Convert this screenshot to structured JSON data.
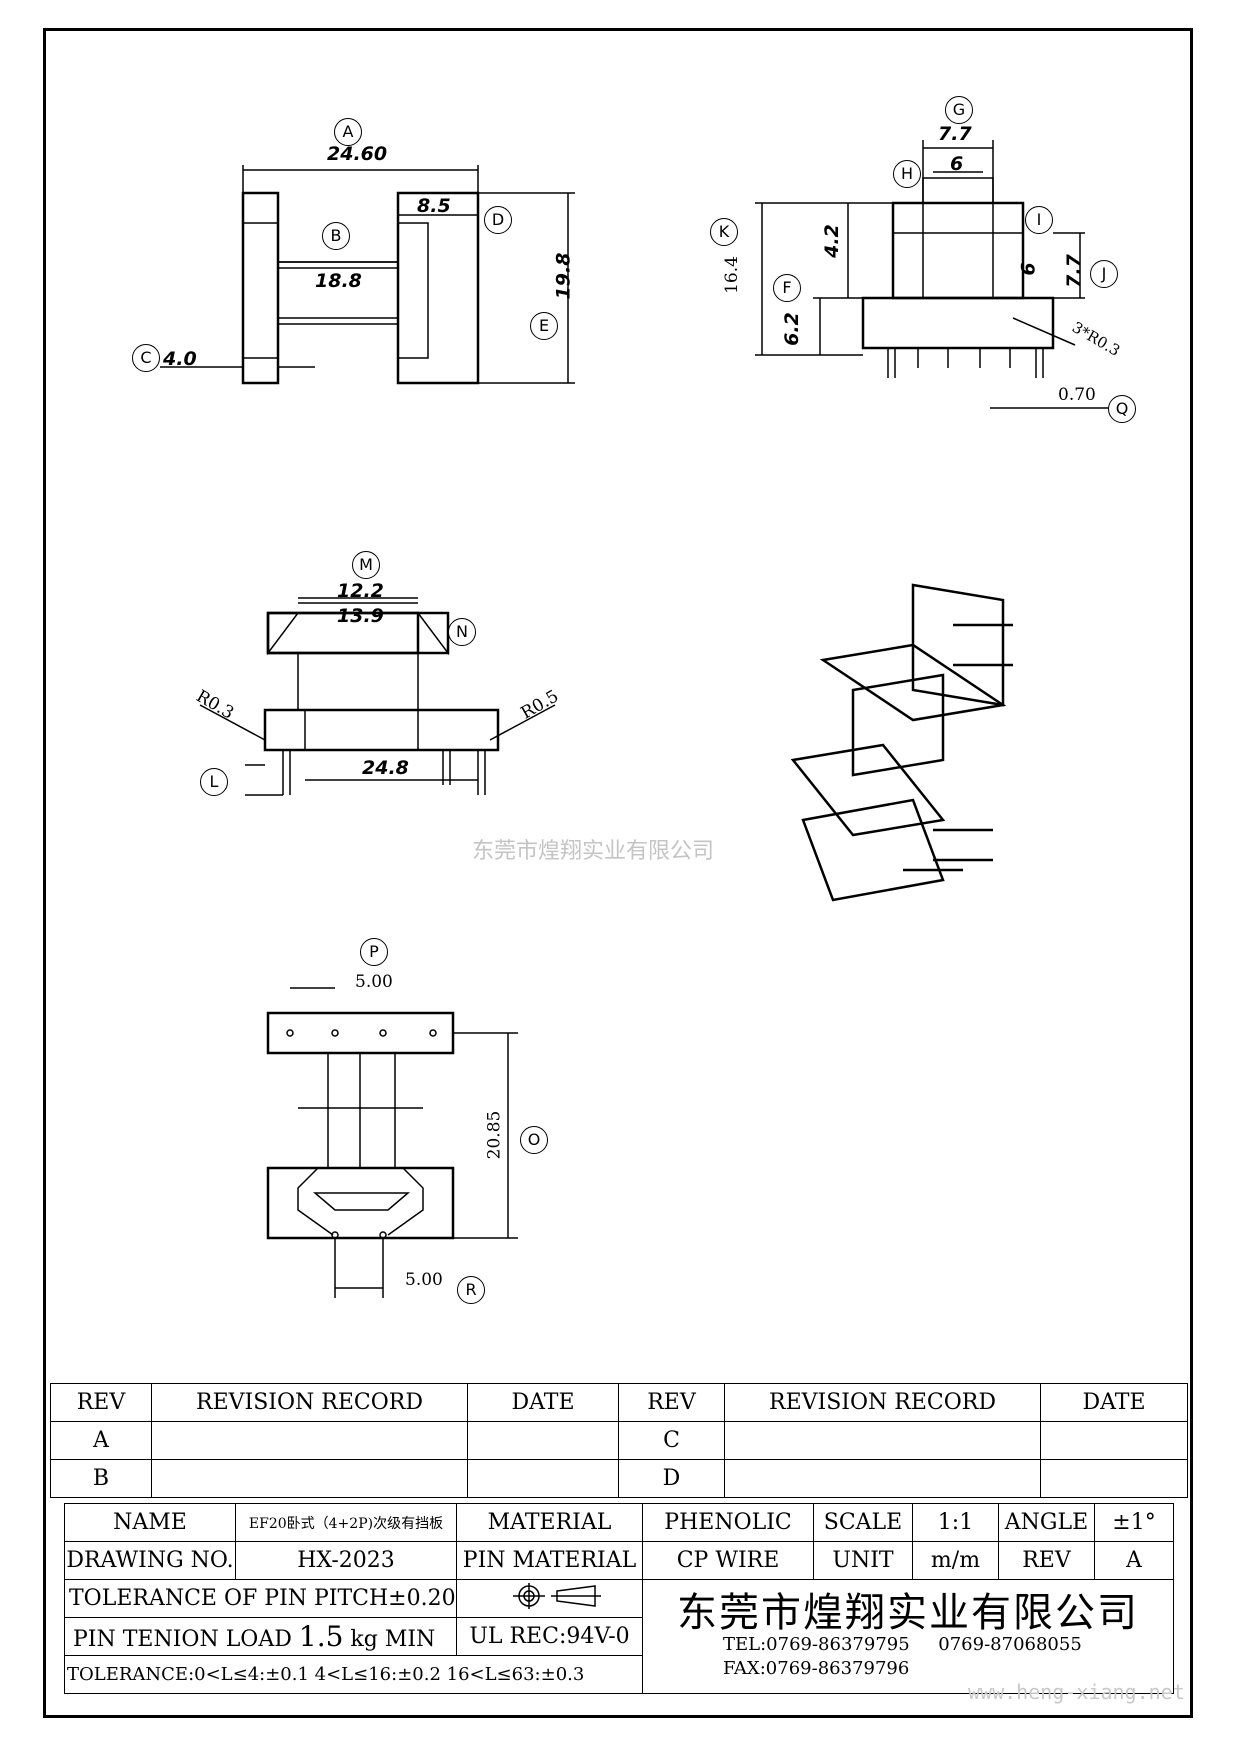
{
  "watermarks": {
    "center": "东莞市煌翔实业有限公司",
    "footer": "www.heng-xiang.net"
  },
  "callouts": [
    "A",
    "B",
    "C",
    "D",
    "E",
    "F",
    "G",
    "H",
    "I",
    "J",
    "K",
    "L",
    "M",
    "N",
    "O",
    "P",
    "Q",
    "R"
  ],
  "dims": {
    "a": "24.60",
    "b": "18.8",
    "c": "4.0",
    "d": "8.5",
    "e": "19.8",
    "g": "7.7",
    "h": "6",
    "k": "16.4",
    "k2": "4.2",
    "f": "6.2",
    "i": "6",
    "j": "7.7",
    "radius3": "3*R0.3",
    "q": "0.70",
    "m": "12.2",
    "n": "13.9",
    "r03": "R0.3",
    "r05": "R0.5",
    "l": "24.8",
    "p": "5.00",
    "o": "20.85",
    "r": "5.00"
  },
  "revision_table": {
    "headers": [
      "REV",
      "REVISION RECORD",
      "DATE",
      "REV",
      "REVISION RECORD",
      "DATE"
    ],
    "rows": [
      [
        "A",
        "",
        "",
        "C",
        "",
        ""
      ],
      [
        "B",
        "",
        "",
        "D",
        "",
        ""
      ]
    ]
  },
  "title_block": {
    "name_label": "NAME",
    "name_value": "EF20卧式（4+2P)次级有挡板",
    "material_label": "MATERIAL",
    "material_value": "PHENOLIC",
    "scale_label": "SCALE",
    "scale_value": "1:1",
    "angle_label": "ANGLE",
    "angle_value": "±1°",
    "drawing_no_label": "DRAWING NO.",
    "drawing_no_value": "HX-2023",
    "pin_material_label": "PIN MATERIAL",
    "pin_material_value": "CP WIRE",
    "unit_label": "UNIT",
    "unit_value": "m/m",
    "rev_label": "REV",
    "rev_value": "A",
    "tolerance_pitch": "TOLERANCE OF PIN PITCH±0.20",
    "pin_tension_label": "PIN TENION LOAD",
    "pin_tension_value": "1.5",
    "pin_tension_unit": "kg MIN",
    "ul_rec": "UL REC:94V-0",
    "tolerance": "TOLERANCE:0<L≤4:±0.1  4<L≤16:±0.2  16<L≤63:±0.3",
    "company": "东莞市煌翔实业有限公司",
    "tel": "TEL:0769-86379795",
    "tel2": "0769-87068055",
    "fax": "FAX:0769-86379796"
  }
}
